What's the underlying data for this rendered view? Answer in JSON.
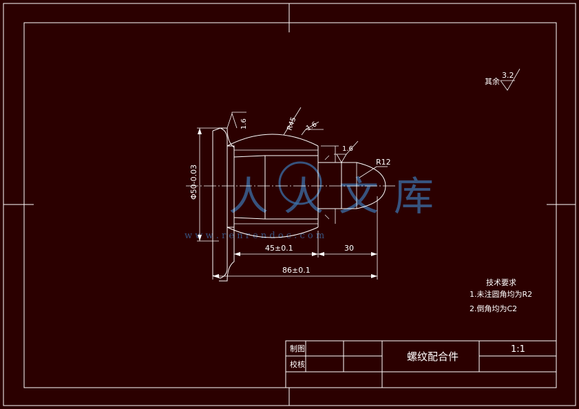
{
  "roughness_other": {
    "label": "其余",
    "value": "3.2"
  },
  "roughness_left": "1.6",
  "roughness_top": "1.6",
  "roughness_right": "1.6",
  "radius_top": "R45",
  "radius_right": "R12",
  "dim_diameter": "Φ50-0.03",
  "dim_45": "45±0.1",
  "dim_30": "30",
  "dim_86": "86±0.1",
  "tech_requirements": {
    "title": "技术要求",
    "items": [
      "1.未注圆角均为R2",
      "2.倒角均为C2"
    ]
  },
  "title_block": {
    "drawn": "制图",
    "checked": "校核",
    "part_name": "螺纹配合件",
    "scale": "1:1"
  },
  "watermark": {
    "text": "人人文库",
    "url": "w w w . r e n r e n d o c . c o m"
  }
}
